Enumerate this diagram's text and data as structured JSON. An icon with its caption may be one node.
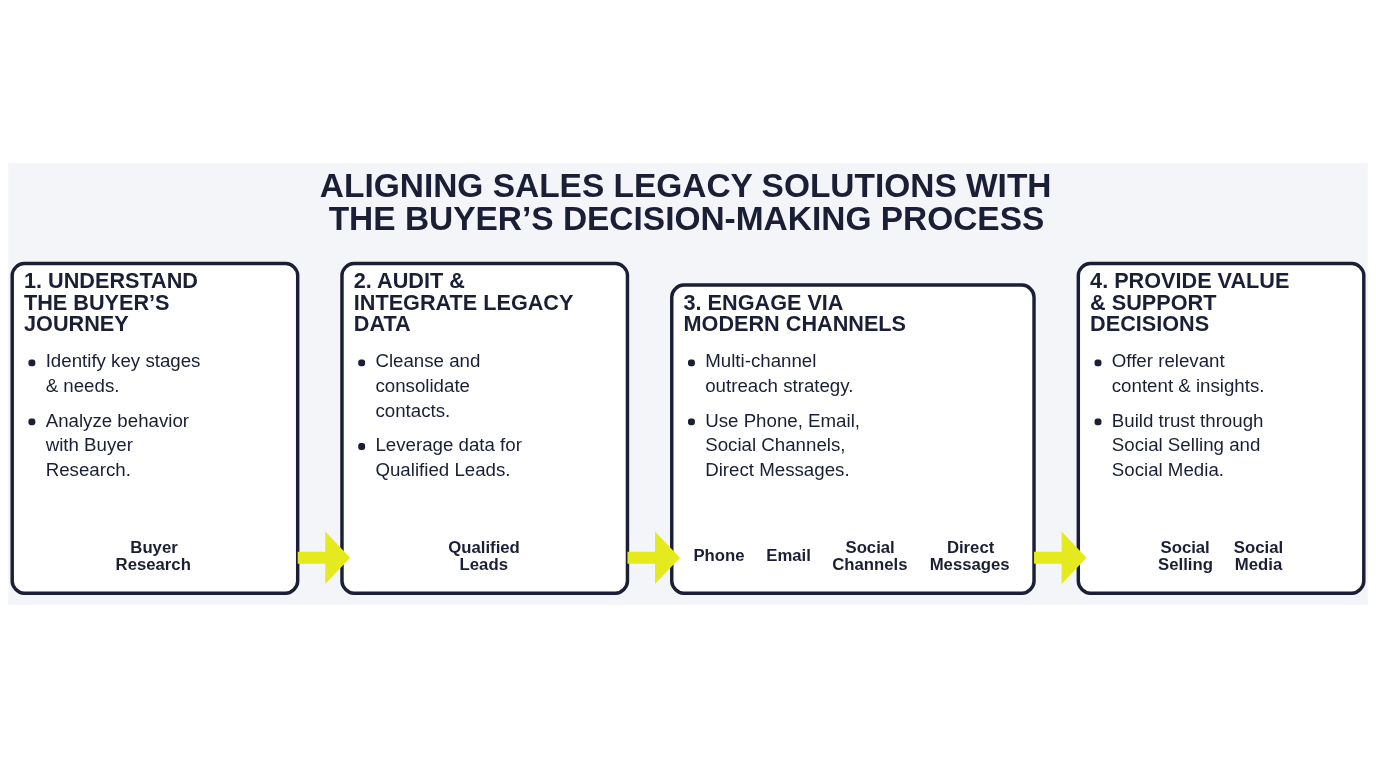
{
  "diagram": {
    "title": "ALIGNING SALES LEGACY SOLUTIONS WITH THE BUYER’S DECISION-MAKING PROCESS",
    "nodes": [
      {
        "text": [
          "1. UNDERSTAND THE BUYER’S JOURNEY",
          "Identify key stages & needs.",
          "Analyze behavior with Buyer Research."
        ]
      },
      {
        "text": [
          "Buyer Research"
        ],
        "in": 0
      },
      {
        "text": [
          "2. AUDIT & INTEGRATE LEGACY DATA",
          "Cleanse and consolidate contacts.",
          "Leverage data for Qualified Leads."
        ]
      },
      {
        "text": [
          "Qualified Leads"
        ],
        "in": 2
      },
      {
        "text": [
          "3. ENGAGE VIA MODERN CHANNELS",
          "Multi-channel outreach strategy.",
          "Use Phone, Email, Social Channels, Direct Messages."
        ]
      },
      {
        "text": [
          "Phone"
        ],
        "in": 4
      },
      {
        "text": [
          "Email"
        ],
        "in": 4
      },
      {
        "text": [
          "Social Channels"
        ],
        "in": 4
      },
      {
        "text": [
          "Direct Messages"
        ],
        "in": 4
      },
      {
        "text": [
          "4. PROVIDE VALUE & SUPPORT DECISIONS",
          "Offer relevant content & insights.",
          "Build trust through Social Selling and Social Media."
        ]
      },
      {
        "text": [
          "Social Selling"
        ],
        "in": 9
      },
      {
        "text": [
          "Social Media"
        ],
        "in": 9
      }
    ],
    "edges": [
      {
        "from": 0,
        "to": 2,
        "arrow": "to"
      },
      {
        "from": 2,
        "to": 4,
        "arrow": "to"
      },
      {
        "from": 4,
        "to": 9,
        "arrow": "to"
      }
    ]
  }
}
